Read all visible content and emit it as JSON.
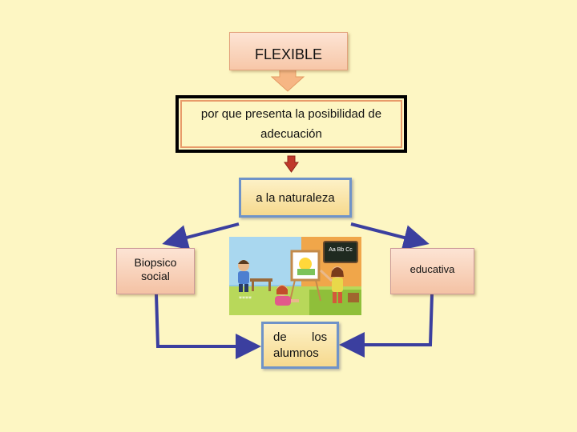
{
  "diagram": {
    "root": "FLEXIBLE",
    "definition": "por que presenta la posibilidad de adecuación",
    "object": "a la naturaleza",
    "left_branch": "Biopsico social",
    "right_branch": "educativa",
    "bottom_line1": "de",
    "bottom_line2": "los",
    "bottom_line3": "alumnos"
  },
  "illustration": {
    "board_text": "Aa Bb Cc",
    "floor_text": "****"
  },
  "colors": {
    "background": "#fdf6c3",
    "down_arrow_orange": "#f6b684",
    "down_arrow_red": "#c0392b",
    "connector_blue": "#3b3f9f"
  }
}
